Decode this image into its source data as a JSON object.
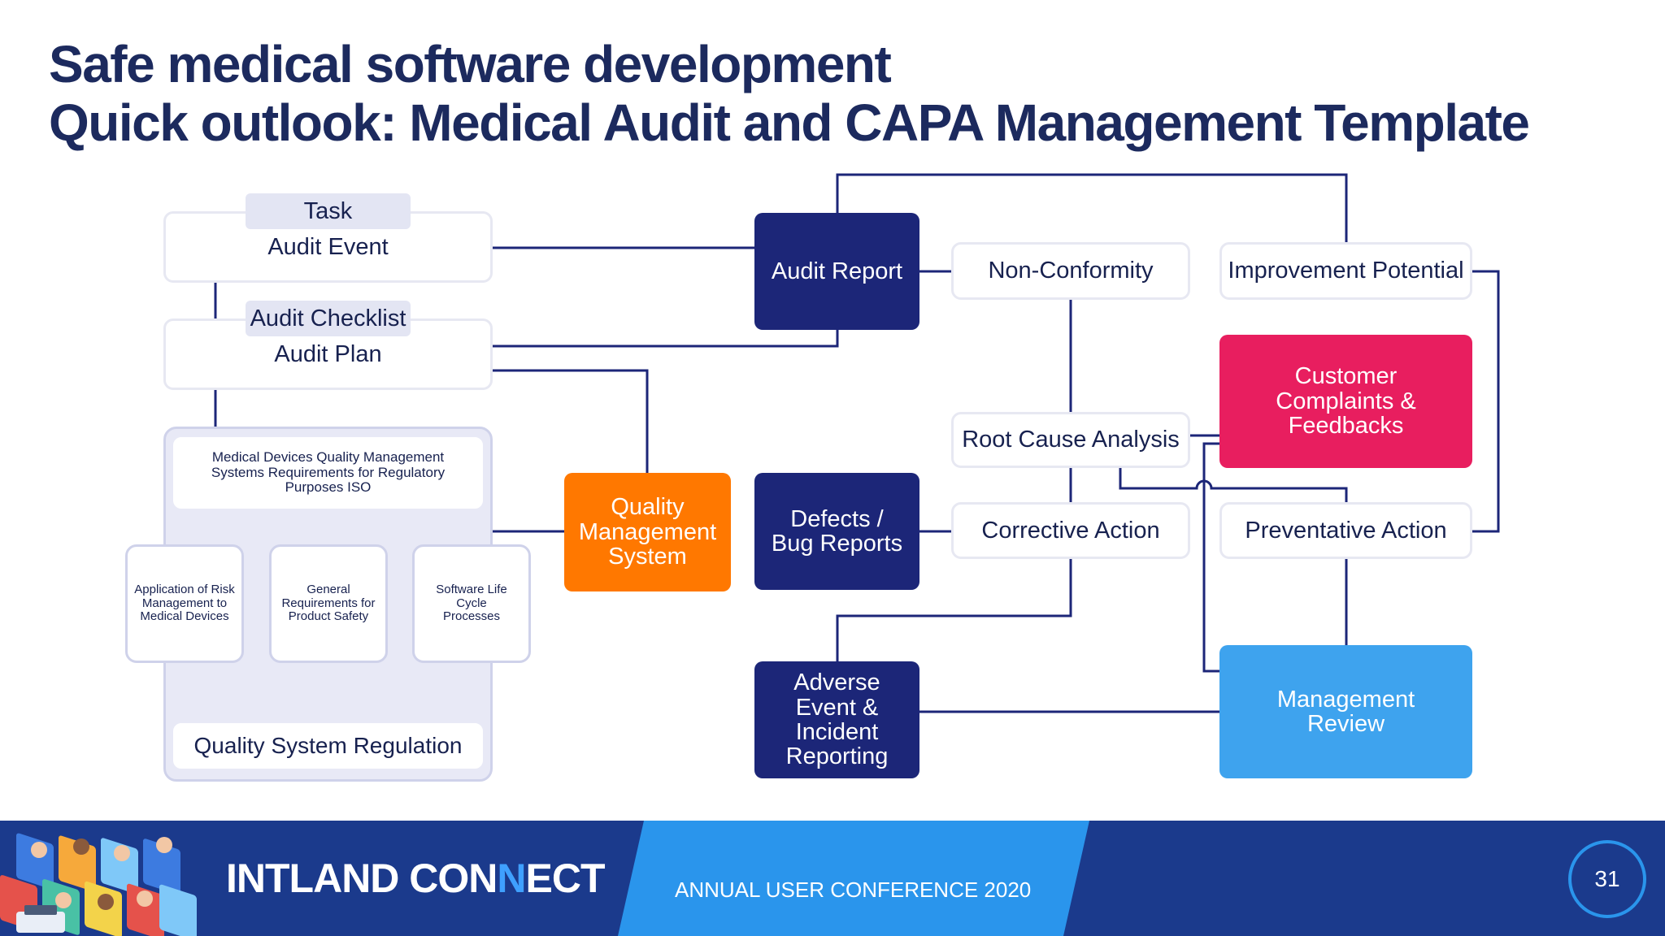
{
  "title_line1": "Safe medical software development",
  "title_line2": "Quick outlook: Medical Audit and CAPA Management Template",
  "nodes": {
    "task": "Task",
    "audit_event": "Audit Event",
    "audit_checklist": "Audit Checklist",
    "audit_plan": "Audit Plan",
    "iso": "Medical Devices Quality Management Systems Requirements for Regulatory Purposes ISO",
    "risk": "Application of Risk Management to Medical Devices",
    "general": "General Requirements for Product Safety",
    "software": "Software Life Cycle Processes",
    "qsr": "Quality System Regulation",
    "qms": "Quality Management System",
    "audit_report": "Audit Report",
    "defects": "Defects / Bug Reports",
    "adverse": "Adverse Event & Incident Reporting",
    "non_conformity": "Non-Conformity",
    "improvement": "Improvement Potential",
    "complaints": "Customer Complaints & Feedbacks",
    "root_cause": "Root Cause Analysis",
    "corrective": "Corrective Action",
    "preventative": "Preventative Action",
    "management_review": "Management Review"
  },
  "colors": {
    "title": "#1c2a5e",
    "dark_box": "#1c2678",
    "qms_orange": "#ff7800",
    "complaints_pink": "#e81e5f",
    "review_blue": "#3ea3ee",
    "line": "#1c2678",
    "footer_dark": "#1b3a8c",
    "footer_light": "#2a95ec"
  },
  "footer": {
    "brand_part1": "INTLAND CON",
    "brand_n": "N",
    "brand_part2": "ECT",
    "conference": "ANNUAL USER CONFERENCE 2020",
    "page_number": "31"
  }
}
